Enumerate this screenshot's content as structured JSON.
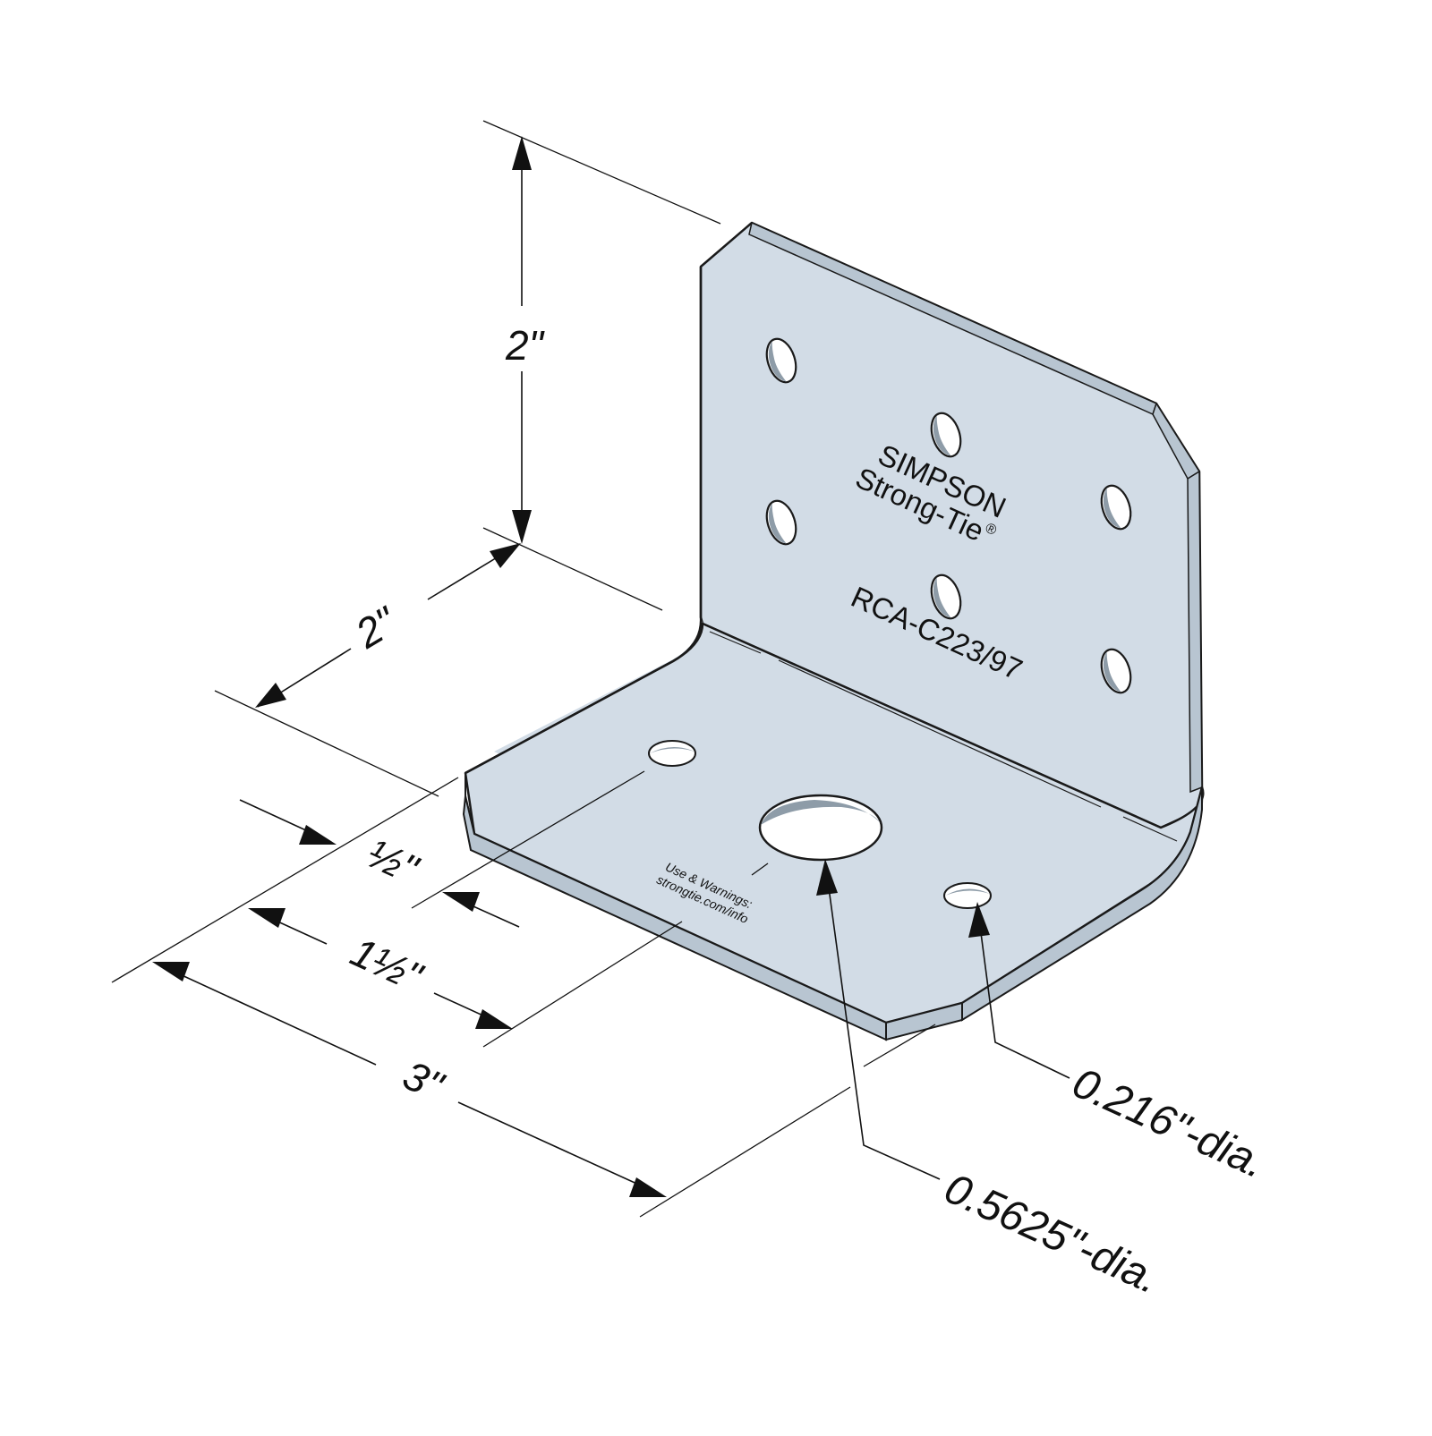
{
  "colors": {
    "plate": "#d2dce6",
    "plate_edge": "#b8c5d1",
    "outline": "#1a1a1a",
    "hole": "#ffffff",
    "hole_shade": "#8e9ca8"
  },
  "dimensions": {
    "height": "2\"",
    "depth": "2\"",
    "half": "½\"",
    "one_half": "1½\"",
    "width": "3\""
  },
  "callouts": {
    "small_hole": "0.216\"-dia.",
    "large_hole": "0.5625\"-dia."
  },
  "plate_text": {
    "brand_line1": "SIMPSON",
    "brand_line2": "Strong-Tie",
    "registered": "®",
    "model": "RCA-C223/97",
    "warning_line1": "Use & Warnings:",
    "warning_line2": "strongtie.com/info"
  }
}
